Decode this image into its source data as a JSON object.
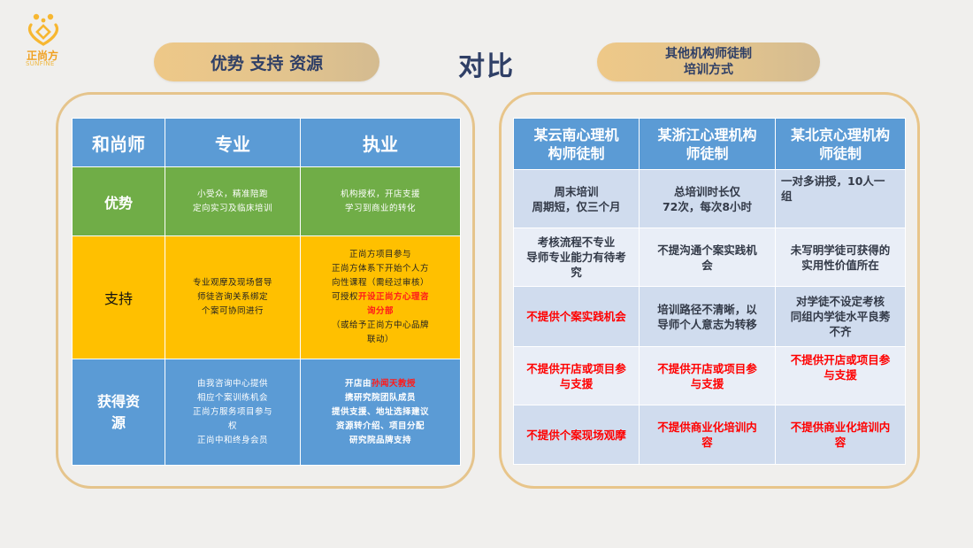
{
  "logo": {
    "cn": "正尚方",
    "en": "SUNFINE",
    "trademark": "®",
    "accent": "#f5a623"
  },
  "header": {
    "left_pill": "优势 支持 资源",
    "center_title": "对比",
    "right_pill_line1": "其他机构师徒制",
    "right_pill_line2": "培训方式"
  },
  "left_table": {
    "headers": [
      "和尚师",
      "专业",
      "执业"
    ],
    "rows": [
      {
        "label": "优势",
        "professional": [
          "小受众，精准陪跑",
          "定向实习及临床培训"
        ],
        "practice": [
          "机构授权，开店支援",
          "学习到商业的转化"
        ]
      },
      {
        "label": "支持",
        "professional": [
          "专业观摩及现场督导",
          "师徒咨询关系绑定",
          "个案可协同进行"
        ],
        "practice": {
          "lines": [
            "正尚方项目参与",
            "正尚方体系下开始个人方",
            "向性课程（需经过审核）"
          ],
          "line4_prefix": "可授权",
          "line4_highlight": "开设正尚方心理咨",
          "line5_highlight": "询分部",
          "tail": [
            "（或给予正尚方中心品牌",
            "联动）"
          ]
        }
      },
      {
        "label_line1": "获得资",
        "label_line2": "源",
        "professional": [
          "由我咨询中心提供",
          "相应个案训练机会",
          "正尚方服务项目参与",
          "权",
          "正尚中和终身会员"
        ],
        "practice": {
          "line1_prefix": "开店由",
          "line1_highlight": "孙闻天教授",
          "lines": [
            "携研究院团队成员",
            "提供支援、地址选择建议",
            "资源转介绍、项目分配",
            "研究院品牌支持"
          ]
        }
      }
    ],
    "colors": {
      "header": "#5b9bd5",
      "advantage": "#70ad47",
      "support": "#ffc000",
      "resource": "#5b9bd5"
    }
  },
  "right_table": {
    "headers": [
      [
        "某云南心理机",
        "构师徒制"
      ],
      [
        "某浙江心理机构",
        "师徒制"
      ],
      [
        "某北京心理机构",
        "师徒制"
      ]
    ],
    "rows": [
      {
        "cells": [
          {
            "lines": [
              "周末培训",
              "周期短，仅三个月"
            ],
            "red": false
          },
          {
            "lines": [
              "总培训时长仅",
              "72次，每次8小时"
            ],
            "red": false
          },
          {
            "lines": [
              "一对多讲授，10人一",
              "组"
            ],
            "red": false,
            "top_left": true
          }
        ]
      },
      {
        "cells": [
          {
            "lines": [
              "考核流程不专业",
              "导师专业能力有待考",
              "究"
            ],
            "red": false
          },
          {
            "lines": [
              "不提沟通个案实践机",
              "会"
            ],
            "red": false
          },
          {
            "lines": [
              "未写明学徒可获得的",
              "实用性价值所在"
            ],
            "red": false
          }
        ]
      },
      {
        "cells": [
          {
            "lines": [
              "不提供个案实践机会"
            ],
            "red": true
          },
          {
            "lines": [
              "培训路径不清晰，以",
              "导师个人意志为转移"
            ],
            "red": false
          },
          {
            "lines": [
              "对学徒不设定考核",
              "同组内学徒水平良莠",
              "不齐"
            ],
            "red": false
          }
        ]
      },
      {
        "cells": [
          {
            "lines": [
              "不提供开店或项目参",
              "与支援"
            ],
            "red": true
          },
          {
            "lines": [
              "不提供开店或项目参",
              "与支援"
            ],
            "red": true
          },
          {
            "lines": [
              "不提供开店或项目参",
              "与支援"
            ],
            "red": true
          }
        ]
      },
      {
        "cells": [
          {
            "lines": [
              "不提供个案现场观摩"
            ],
            "red": true
          },
          {
            "lines": [
              "不提供商业化培训内",
              "容"
            ],
            "red": true
          },
          {
            "lines": [
              "不提供商业化培训内",
              "容"
            ],
            "red": true
          }
        ]
      }
    ],
    "colors": {
      "header": "#5b9bd5",
      "row_dark": "#d0dcee",
      "row_light": "#e9eef7",
      "warning_text": "#ff0000"
    }
  }
}
